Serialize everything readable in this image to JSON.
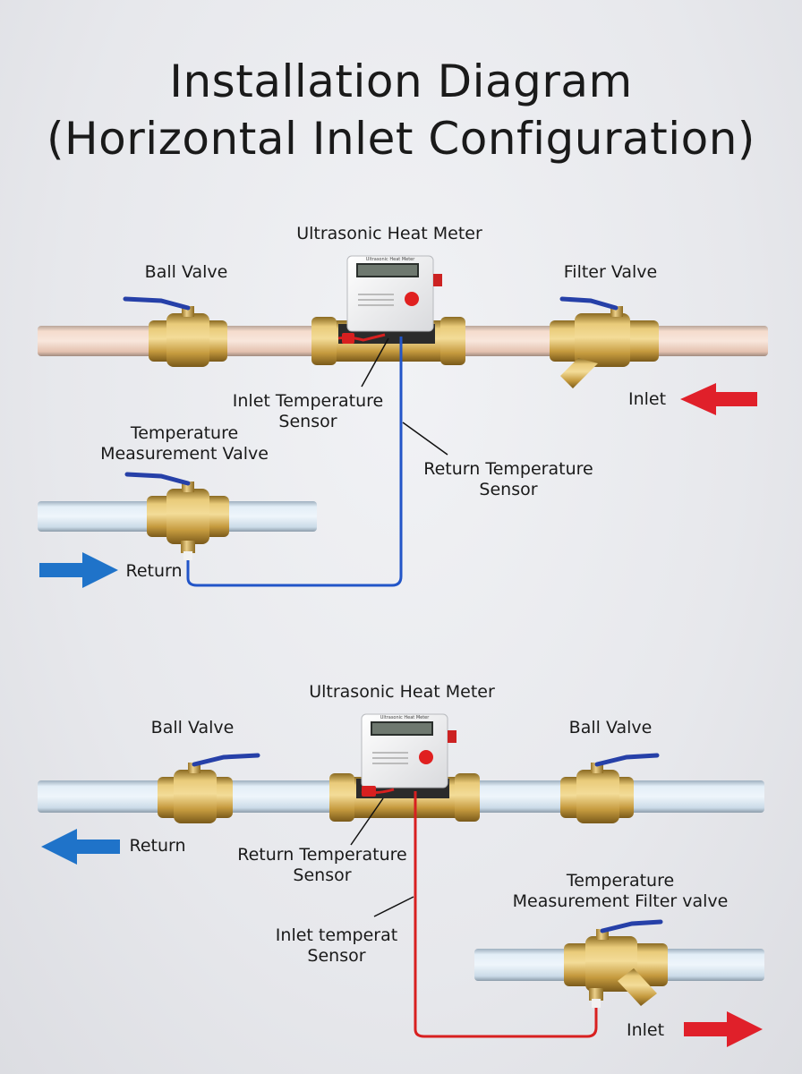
{
  "title": {
    "line1": "Installation Diagram",
    "line2": "(Horizontal Inlet Configuration)"
  },
  "top_diagram": {
    "meter_label": "Ultrasonic Heat Meter",
    "left_valve_label": "Ball Valve",
    "right_valve_label": "Filter Valve",
    "inlet_sensor_label": [
      "Inlet Temperature",
      "Sensor"
    ],
    "return_sensor_label": [
      "Return Temperature",
      "Sensor"
    ],
    "measurement_valve_label": [
      "Temperature",
      "Measurement Valve"
    ],
    "inlet_label": "Inlet",
    "return_label": "Return",
    "meter_screen_title": "Ultrasonic Heat Meter"
  },
  "bottom_diagram": {
    "meter_label": "Ultrasonic Heat Meter",
    "left_valve_label": "Ball Valve",
    "right_valve_label": "Ball Valve",
    "return_sensor_label": [
      "Return Temperature",
      "Sensor"
    ],
    "inlet_sensor_label": [
      "Inlet temperat",
      "Sensor"
    ],
    "measurement_valve_label": [
      "Temperature",
      "Measurement Filter valve"
    ],
    "return_label": "Return",
    "inlet_label": "Inlet",
    "meter_screen_title": "Ultrasonic Heat Meter"
  },
  "colors": {
    "inlet_arrow": "#e0202a",
    "return_arrow": "#1f73c9",
    "brass": "#c9a24a",
    "hot_pipe": "#eed3c4",
    "cold_pipe": "#d4e3f0",
    "valve_handle": "#2640a8",
    "sensor_cable_blue": "#2255c8",
    "sensor_cable_red": "#d82020"
  }
}
